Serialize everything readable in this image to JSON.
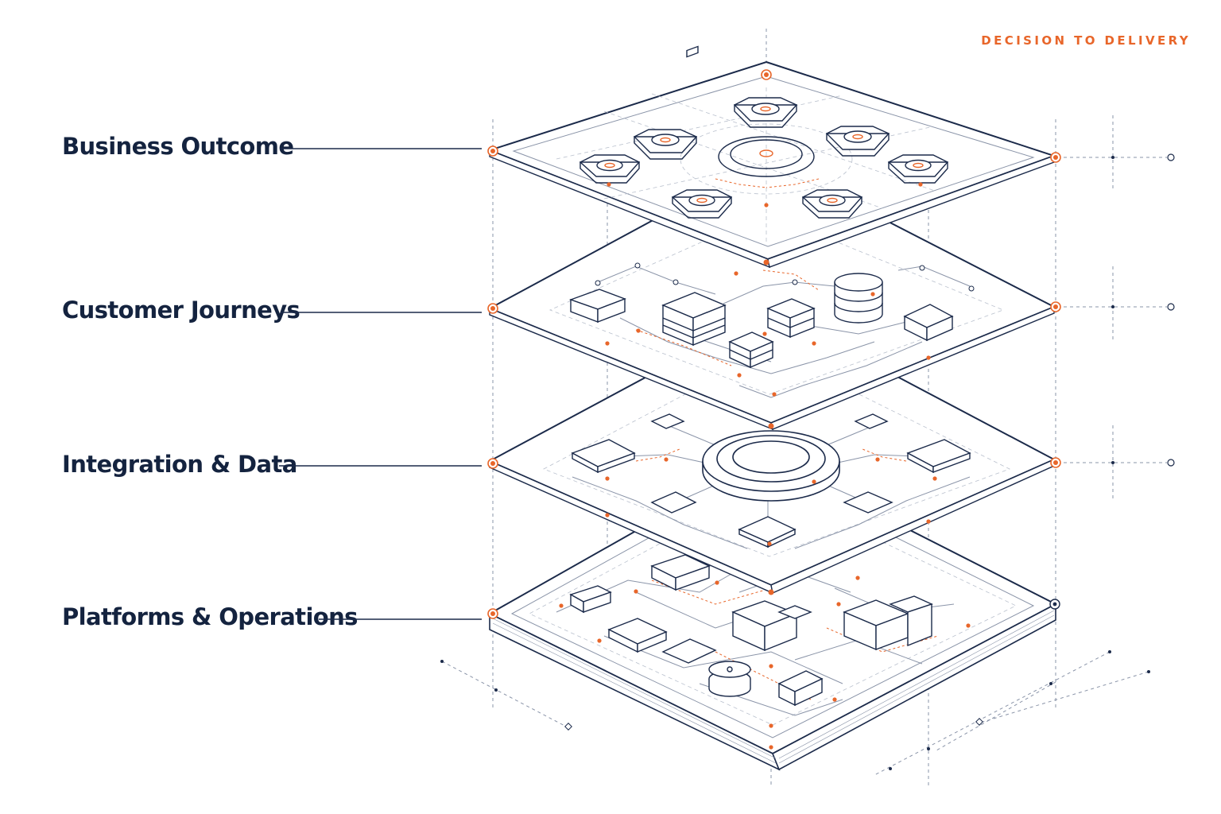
{
  "header": {
    "tagline": "DECISION TO DELIVERY"
  },
  "layers": [
    {
      "id": "business-outcome",
      "label": "Business Outcome"
    },
    {
      "id": "customer-journeys",
      "label": "Customer Journeys"
    },
    {
      "id": "integration-data",
      "label": "Integration & Data"
    },
    {
      "id": "platforms-operations",
      "label": "Platforms & Operations"
    }
  ],
  "colors": {
    "ink": "#1b2a4a",
    "line": "#8a94a8",
    "faint": "#b9c0cd",
    "accent": "#e8662a",
    "label": "#14233f"
  }
}
